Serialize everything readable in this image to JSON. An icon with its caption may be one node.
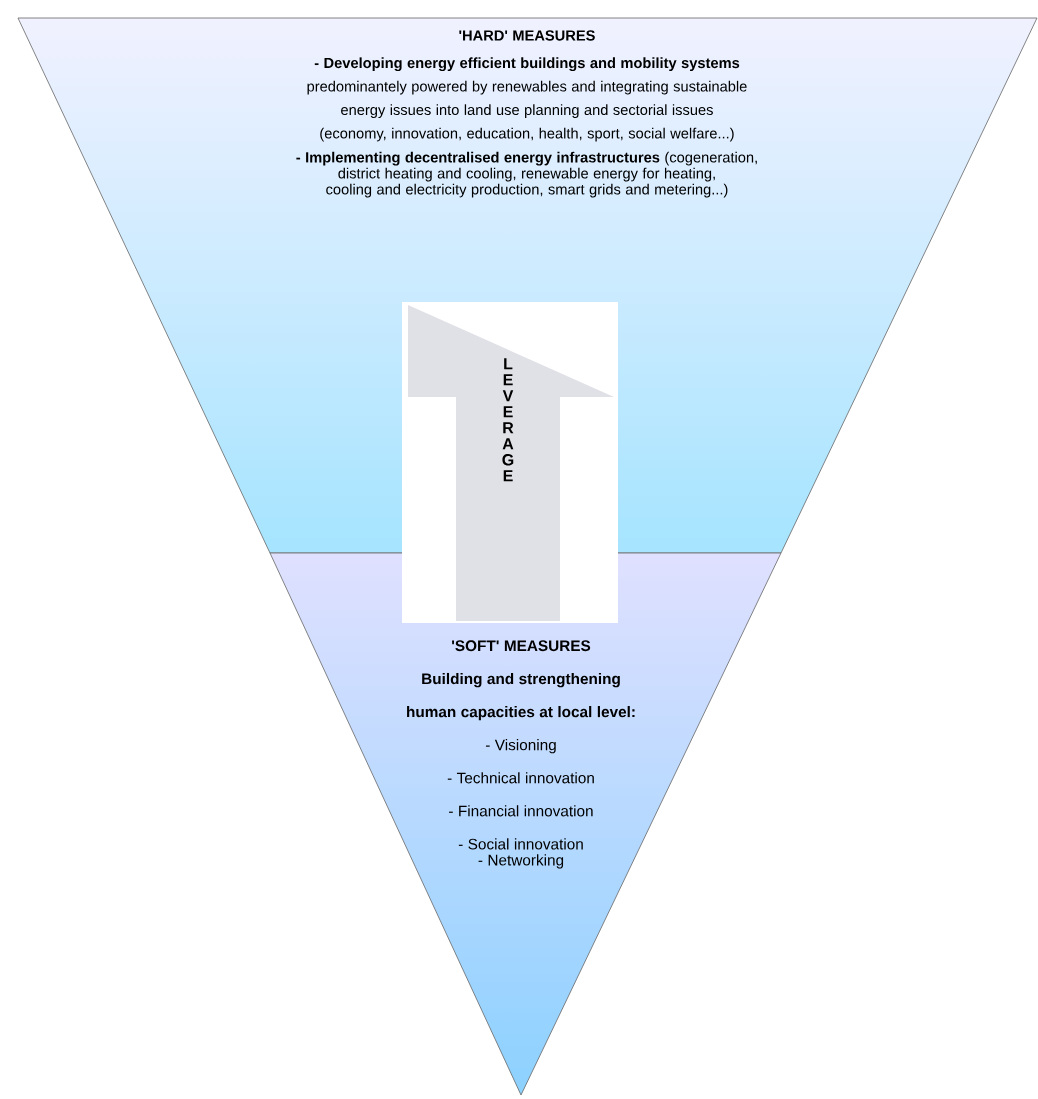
{
  "diagram": {
    "nodes": [
      {
        "text": [
          "'HARD' MEASURES",
          "**- Developing energy efficient buildings and mobility systems** predominantely powered by renewables and integrating sustainable energy issues into land use planning and sectorial issues (economy, innovation, education, health, sport, social welfare...)",
          "**- Implementing decentralised energy infrastructures** (cogeneration, district heating and cooling, renewable energy for heating, cooling and electricity production, smart grids and metering...)"
        ]
      },
      {
        "text": [
          "'SOFT' MEASURES",
          "Building and strengthening human capacities at local level:",
          "- Visioning",
          "- Technical innovation",
          "- Financial innovation",
          "- Social innovation",
          "- Networking"
        ]
      },
      {
        "text": [
          "LEVERAGE"
        ]
      }
    ]
  }
}
